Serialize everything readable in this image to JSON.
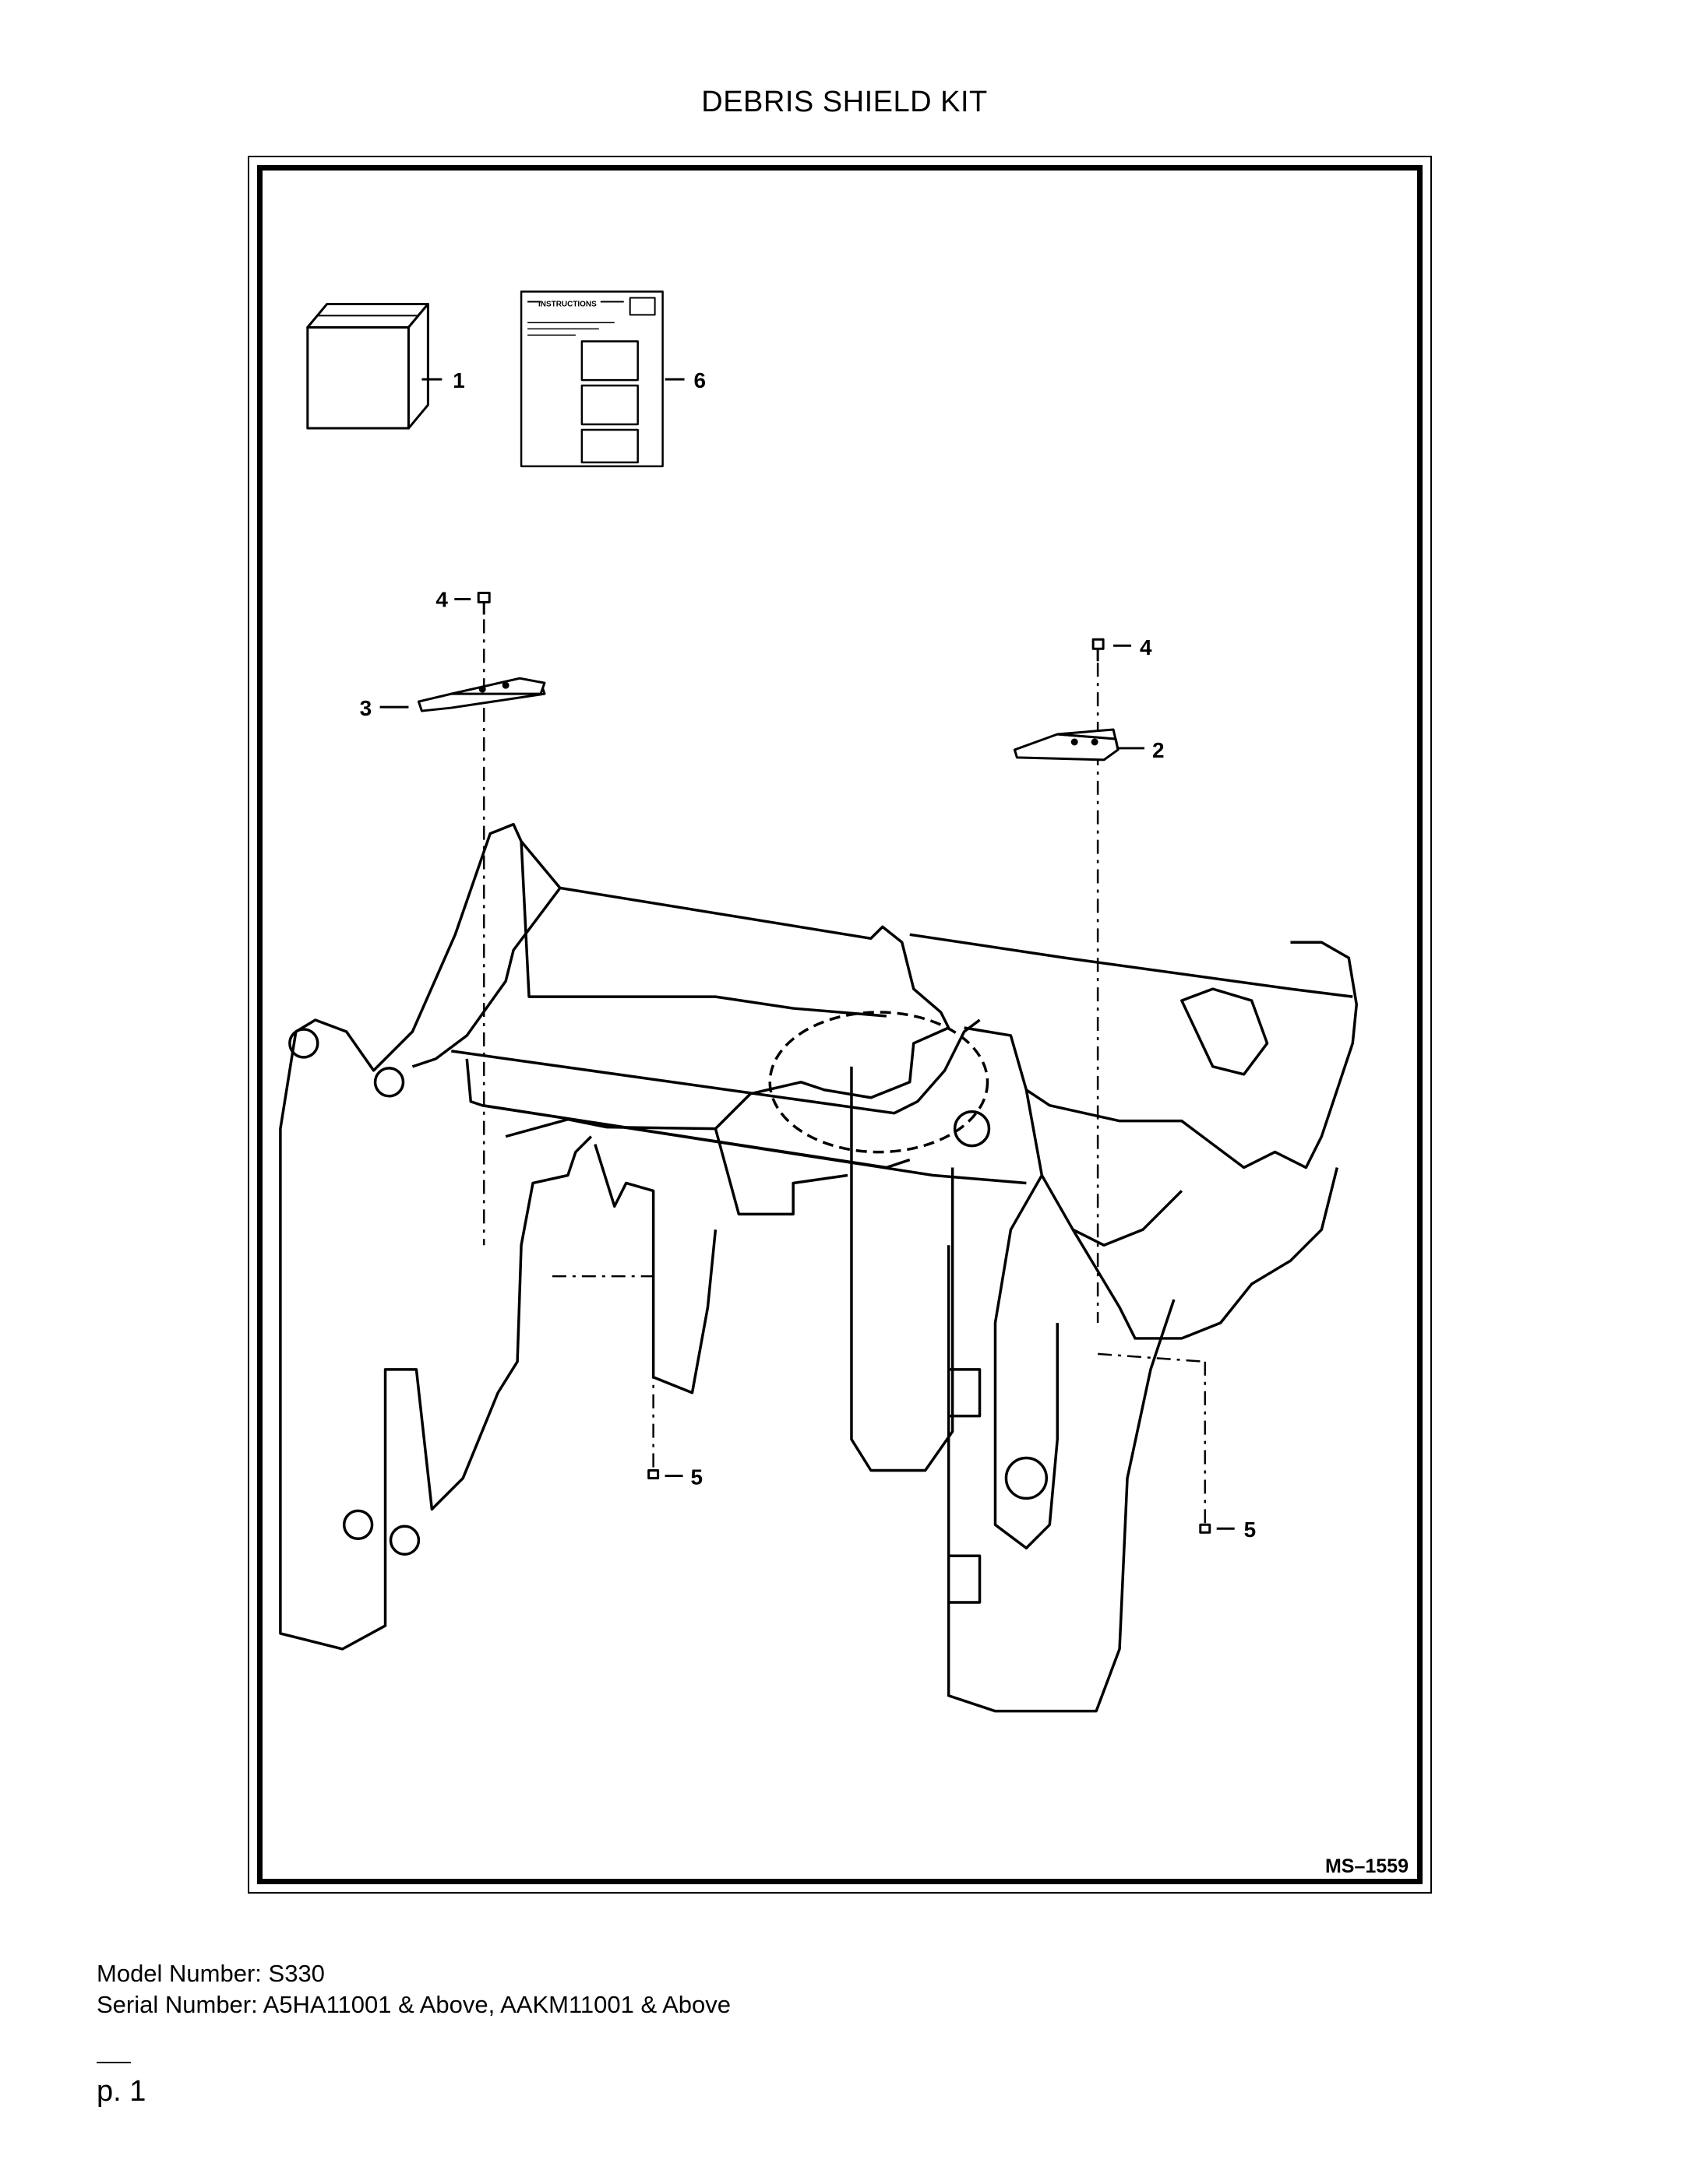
{
  "title": "DEBRIS SHIELD KIT",
  "figure": {
    "code": "MS–1559",
    "instruction_sheet_heading": "INSTRUCTIONS",
    "callouts": [
      "1",
      "6",
      "4",
      "4",
      "3",
      "2",
      "5",
      "5"
    ],
    "parts": [
      {
        "callout": "1",
        "name": "box-icon"
      },
      {
        "callout": "6",
        "name": "instruction-sheet-icon"
      },
      {
        "callout": "4",
        "name": "bolt-icon"
      },
      {
        "callout": "3",
        "name": "shield-bracket-left"
      },
      {
        "callout": "2",
        "name": "shield-bracket-right"
      },
      {
        "callout": "5",
        "name": "nut-icon"
      }
    ]
  },
  "footer": {
    "model_line": "Model Number: S330",
    "serial_line": "Serial Number: A5HA11001 & Above, AAKM11001 & Above"
  },
  "page_number": "p. 1"
}
